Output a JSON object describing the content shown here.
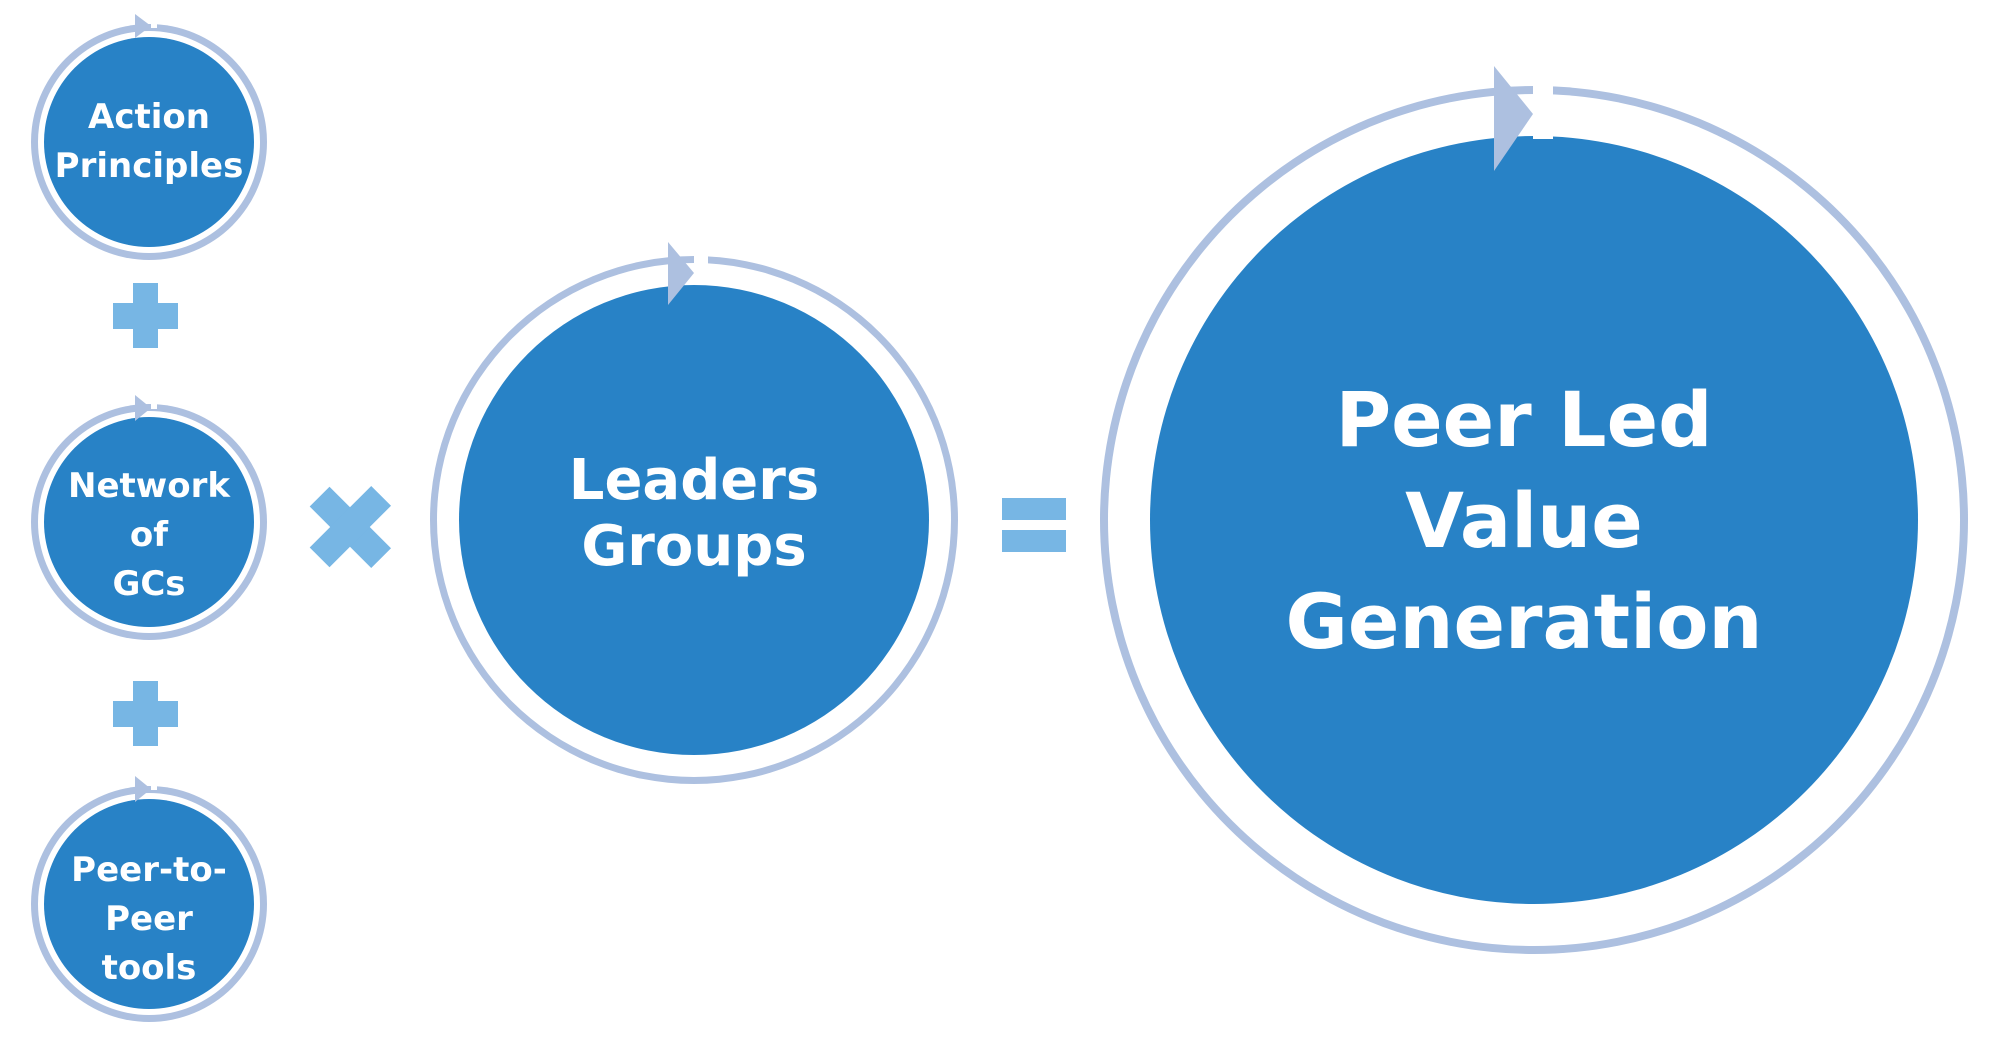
{
  "colors": {
    "circle_fill": "#2882c6",
    "ring": "#adc0e0",
    "operator": "#77b6e4",
    "text": "#ffffff"
  },
  "nodes": {
    "action_principles": {
      "lines": [
        "Action",
        "Principles"
      ]
    },
    "network_of_gcs": {
      "lines": [
        "Network",
        "of",
        "GCs"
      ]
    },
    "peer_to_peer_tools": {
      "lines": [
        "Peer-to-",
        "Peer",
        "tools"
      ]
    },
    "leaders_groups": {
      "lines": [
        "Leaders",
        "Groups"
      ]
    },
    "peer_led_value_generation": {
      "lines": [
        "Peer Led",
        "Value",
        "Generation"
      ]
    }
  }
}
